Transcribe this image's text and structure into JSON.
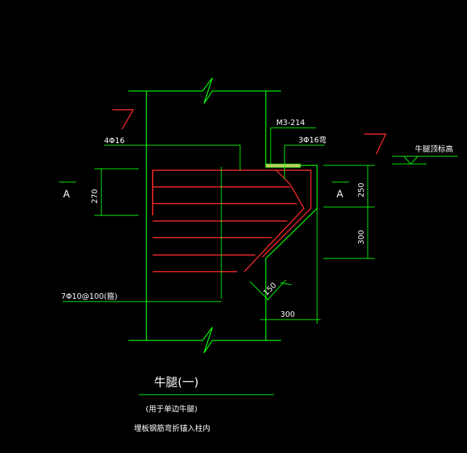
{
  "labels": {
    "top_bars": "4Φ16",
    "embed_plate": "M3-214",
    "corbel_bars": "3Φ16弯",
    "top_elev": "牛腿顶标高",
    "stirrups": "7Φ10@100(箍)",
    "section_left": "A",
    "section_right": "A"
  },
  "dimensions": {
    "left_270": "270",
    "right_250": "250",
    "right_300": "300",
    "slope_150": "150",
    "bottom_300": "300"
  },
  "caption": {
    "title": "牛腿(一)",
    "subtitle": "(用于单边牛腿)",
    "note": "埋板钢筋弯折锚入柱内"
  },
  "colors": {
    "background": "#000000",
    "structure": "#00ff00",
    "rebar": "#ff2a2a",
    "text": "#ffffff",
    "plate": "#ffff66"
  }
}
